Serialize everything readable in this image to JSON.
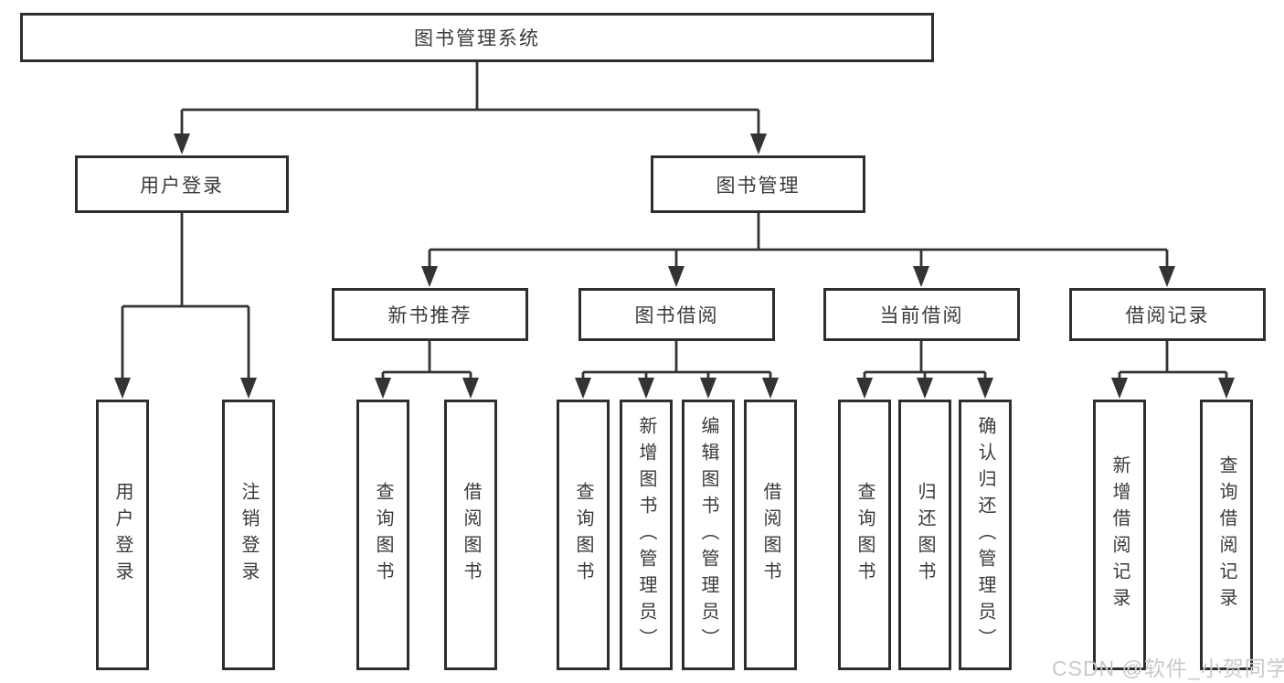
{
  "tree": {
    "label": "图书管理系统",
    "children": [
      {
        "label": "用户登录",
        "children": [
          {
            "label": "用户登录"
          },
          {
            "label": "注销登录"
          }
        ]
      },
      {
        "label": "图书管理",
        "children": [
          {
            "label": "新书推荐",
            "children": [
              {
                "label": "查询图书"
              },
              {
                "label": "借阅图书"
              }
            ]
          },
          {
            "label": "图书借阅",
            "children": [
              {
                "label": "查询图书"
              },
              {
                "label": "新增图书（管理员）"
              },
              {
                "label": "编辑图书（管理员）"
              },
              {
                "label": "借阅图书"
              }
            ]
          },
          {
            "label": "当前借阅",
            "children": [
              {
                "label": "查询图书"
              },
              {
                "label": "归还图书"
              },
              {
                "label": "确认归还（管理员）"
              }
            ]
          },
          {
            "label": "借阅记录",
            "children": [
              {
                "label": "新增借阅记录"
              },
              {
                "label": "查询借阅记录"
              }
            ]
          }
        ]
      }
    ]
  },
  "watermark": {
    "text": "CSDN @软件_小贺同学"
  },
  "colors": {
    "line": "#333333",
    "box_border": "#2e2e2e",
    "text": "#3a3a3a",
    "watermark_text": "#c9c9c9",
    "background": "#ffffff"
  }
}
